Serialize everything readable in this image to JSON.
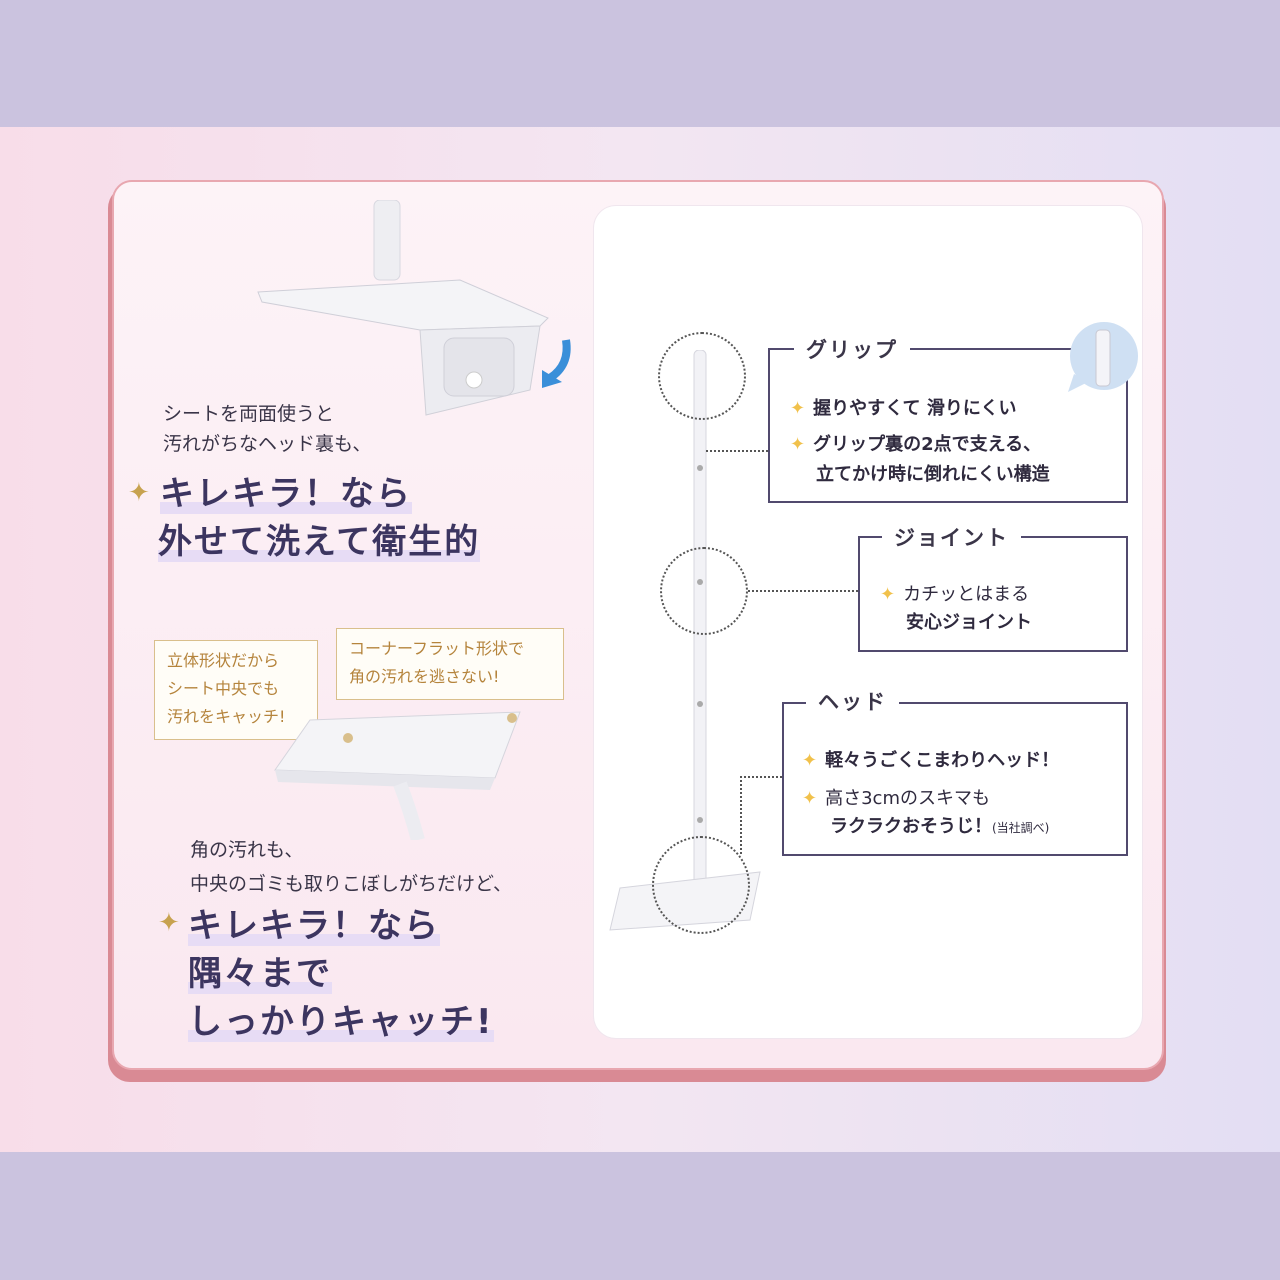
{
  "left": {
    "text1_line1": "シートを両面使うと",
    "text1_line2": "汚れがちなヘッド裏も、",
    "headline1_line1": "キレキラ！なら",
    "headline1_line2": "外せて洗えて衛生的",
    "callout_left": [
      "立体形状だから",
      "シート中央でも",
      "汚れをキャッチ!"
    ],
    "callout_right": [
      "コーナーフラット形状で",
      "角の汚れを逃さない!"
    ],
    "text2_line1": "角の汚れも、",
    "text2_line2": "中央のゴミも取りこぼしがちだけど、",
    "headline2_line1": "キレキラ！なら",
    "headline2_line2": "隅々まで",
    "headline2_line3": "しっかりキャッチ!"
  },
  "grip": {
    "title": "グリップ",
    "item1": "握りやすくて 滑りにくい",
    "item2_line1": "グリップ裏の2点で支える、",
    "item2_line2": "立てかけ時に倒れにくい構造"
  },
  "joint": {
    "title": "ジョイント",
    "item1_line1": "カチッとはまる",
    "item1_line2": "安心ジョイント"
  },
  "head": {
    "title": "ヘッド",
    "item1": "軽々うごくこまわりヘッド！",
    "item2_line1": "高さ3cmのスキマも",
    "item2_line2": "ラクラクおそうじ！",
    "item2_note": "(当社調べ)"
  },
  "colors": {
    "band": "#cbc3df",
    "card_border": "#e8a7b0",
    "accent_gold": "#c7a24f",
    "box_border": "#514a6e",
    "arrow_blue": "#3a8fd9"
  }
}
